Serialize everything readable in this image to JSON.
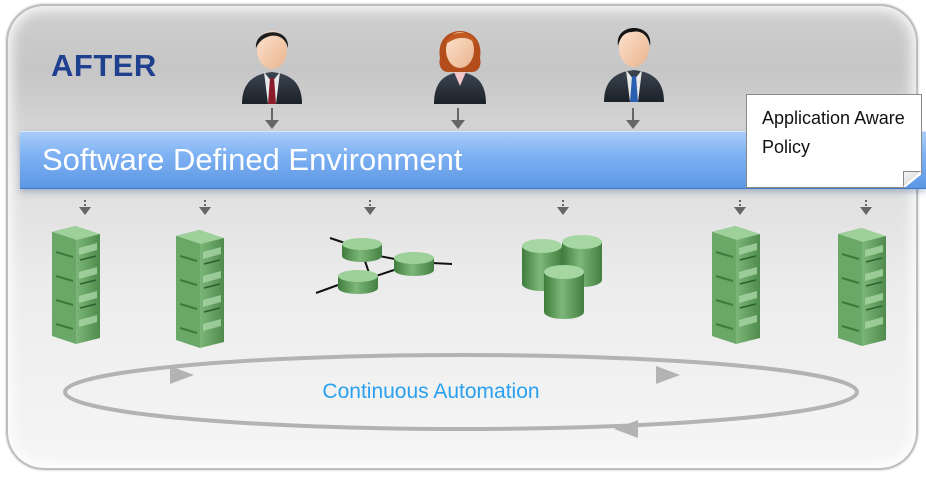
{
  "slide": {
    "title": "AFTER",
    "environment_label": "Software Defined Environment",
    "callout_text": "Application Aware Policy",
    "automation_label": "Continuous Automation"
  },
  "users": [
    {
      "icon": "businessman-icon",
      "tie_color": "#8a1c2b"
    },
    {
      "icon": "businesswoman-icon",
      "hair_color": "#b34e1c"
    },
    {
      "icon": "businessman-icon",
      "tie_color": "#2a5eb0"
    }
  ],
  "resources": [
    {
      "icon": "server-rack-icon"
    },
    {
      "icon": "server-rack-icon"
    },
    {
      "icon": "network-switches-icon"
    },
    {
      "icon": "storage-database-icon"
    },
    {
      "icon": "server-rack-icon"
    },
    {
      "icon": "server-rack-icon"
    }
  ],
  "colors": {
    "title": "#1f3f8f",
    "bar_top": "#a9cdfa",
    "bar_bottom": "#5c97e4",
    "resource_green": "#5f9e5c",
    "automation_text": "#2aa0f0",
    "loop_gray": "#b3b3b3"
  }
}
